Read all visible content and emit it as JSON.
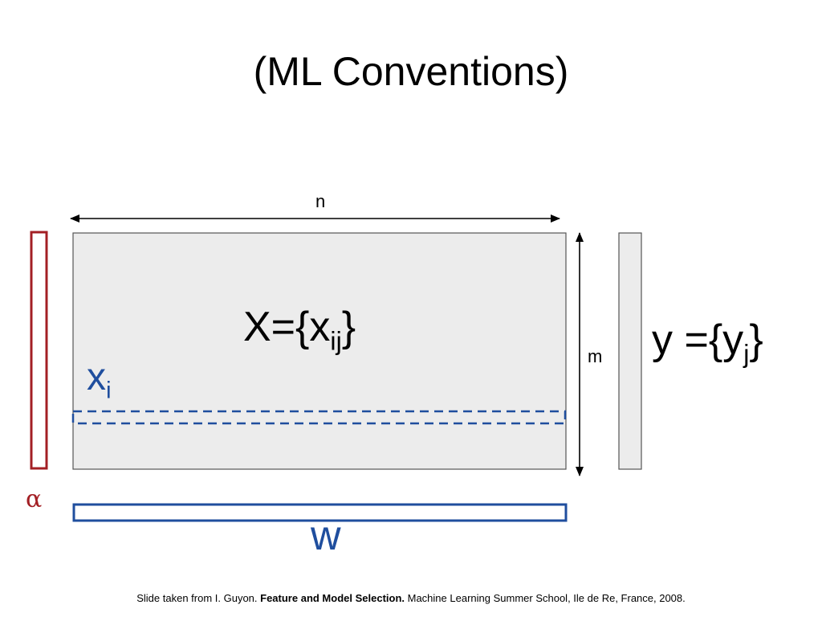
{
  "title": "(ML Conventions)",
  "labels": {
    "n": "n",
    "m": "m",
    "matrix_main": "X={x",
    "matrix_sub": "ij",
    "matrix_close": "}",
    "y_main": "y ={y",
    "y_sub": "j",
    "y_close": "}",
    "xi_main": "x",
    "xi_sub": "i",
    "alpha": "α",
    "w": "w"
  },
  "caption": {
    "prefix": "Slide taken from I. Guyon. ",
    "bold": "Feature and Model Selection.",
    "suffix": " Machine Learning Summer School, Ile de Re, France, 2008."
  },
  "colors": {
    "matrix_fill": "#ececec",
    "blue": "#1f4e9e",
    "red": "#a31f24"
  }
}
